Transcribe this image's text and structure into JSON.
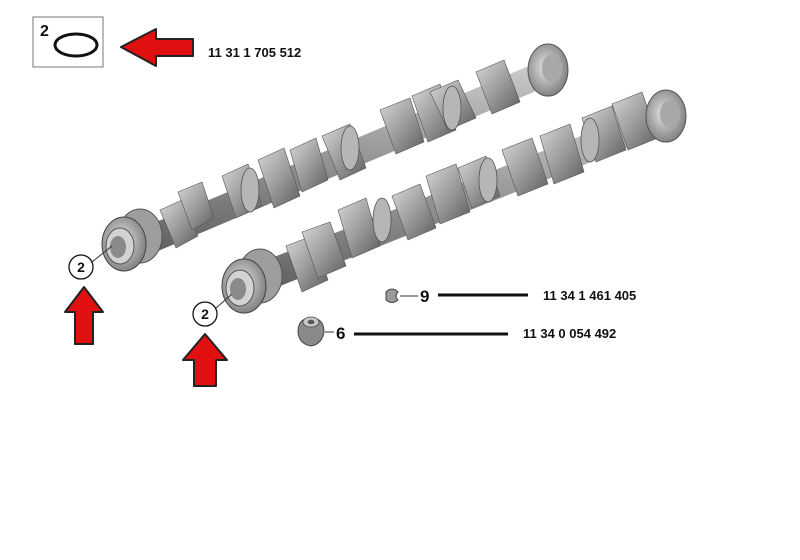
{
  "legend_box": {
    "ref_number": "2",
    "part_number": "11 31 1 705 512"
  },
  "callouts": [
    {
      "ref_number": "2"
    },
    {
      "ref_number": "2"
    }
  ],
  "parts": [
    {
      "ref_number": "9",
      "part_number": "11 34 1 461 405"
    },
    {
      "ref_number": "6",
      "part_number": "11 34 0 054 492"
    }
  ],
  "colors": {
    "arrow_fill": "#e01010",
    "arrow_stroke": "#222222",
    "shaft": "#8c8c8c",
    "shaft_light": "#c4c4c4",
    "shaft_dark": "#5e5e5e"
  }
}
